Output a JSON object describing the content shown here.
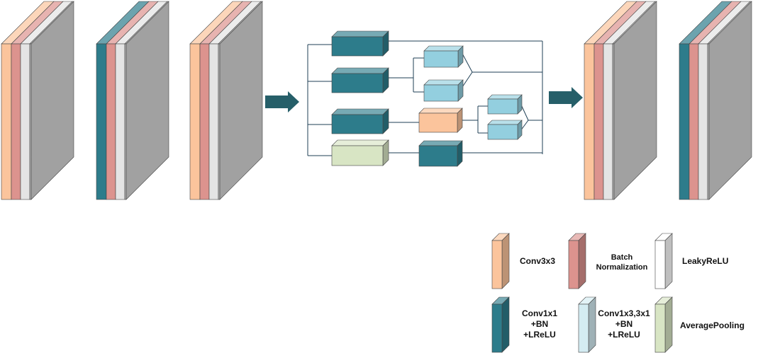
{
  "colors": {
    "conv3x3": "#fbc49c",
    "batch_norm": "#dc938e",
    "leaky_relu": "#e4e4e4",
    "conv1x1": "#2d7c8b",
    "conv1x3_3x1": "#93cfdf",
    "avg_pool": "#d8e5c4",
    "block_body": "#bdbdbd",
    "line": "#1f3f55",
    "arrow": "#265f69"
  },
  "legend": {
    "conv3x3": "Conv3x3",
    "batch_norm_line1": "Batch",
    "batch_norm_line2": "Normalization",
    "leaky_relu": "LeakyReLU",
    "conv1x1_line1": "Conv1x1",
    "conv1x1_line2": "+BN",
    "conv1x1_line3": "+LReLU",
    "conv1x3_line1": "Conv1x3,3x1",
    "conv1x3_line2": "+BN",
    "conv1x3_line3": "+LReLU",
    "avg_pool": "AveragePooling"
  }
}
